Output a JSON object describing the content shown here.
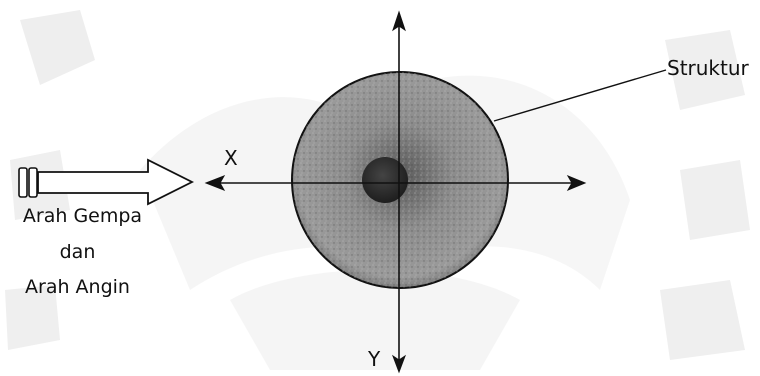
{
  "labels": {
    "x_axis": "X",
    "y_axis": "Y",
    "structure": "Struktur",
    "source_line_1": "Arah Gempa",
    "source_line_2": "dan",
    "source_line_3": "Arah Angin"
  },
  "colors": {
    "ink": "#111111",
    "structure_fill": "#8a8a8a",
    "structure_core": "#2b2b2b",
    "arrow_fill": "#ffffff",
    "watermark": "#dcdcdc"
  },
  "icons": {
    "load_arrow": "hollow-block-arrow-icon",
    "wind_generator": "double-bar-icon"
  }
}
